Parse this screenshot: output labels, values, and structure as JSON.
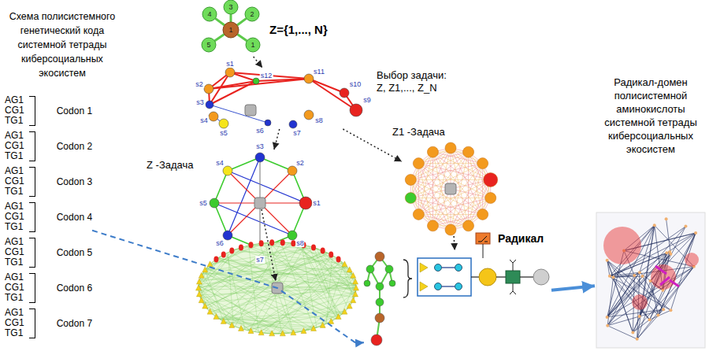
{
  "diagram": {
    "title": "Схема полисистемного генетический кода системной тетрады киберсоциальных экосистем",
    "nodes": [
      {
        "text": [
          "AG1",
          "CG1",
          "TG1",
          "Codon 1"
        ]
      },
      {
        "text": [
          "AG1",
          "CG1",
          "TG1",
          "Codon 2"
        ]
      },
      {
        "text": [
          "AG1",
          "CG1",
          "TG1",
          "Codon 3"
        ]
      },
      {
        "text": [
          "AG1",
          "CG1",
          "TG1",
          "Codon 4"
        ]
      },
      {
        "text": [
          "AG1",
          "CG1",
          "TG1",
          "Codon 5"
        ]
      },
      {
        "text": [
          "AG1",
          "CG1",
          "TG1",
          "Codon 6"
        ]
      },
      {
        "text": [
          "AG1",
          "CG1",
          "TG1",
          "Codon 7"
        ]
      },
      {
        "text": [
          "Z={1,..., N}"
        ]
      },
      {
        "text": [
          "Выбор задачи: Z, Z1,..., Z_N"
        ]
      },
      {
        "text": [
          "Z -Задача"
        ]
      },
      {
        "text": [
          "Z1 -Задача"
        ]
      },
      {
        "text": [
          "Радикал"
        ]
      },
      {
        "text": [
          "Радикал-домен полисистемной аминокислоты системной тетрады киберсоциальных экосистем"
        ]
      }
    ],
    "edges": [
      {
        "from": 7,
        "to": 8,
        "arrow": "to"
      },
      {
        "from": 8,
        "to": 9,
        "arrow": "to"
      },
      {
        "from": 8,
        "to": 10,
        "arrow": "to"
      },
      {
        "from": 10,
        "to": 11,
        "arrow": "to"
      },
      {
        "from": 3,
        "to": 11,
        "arrow": "to"
      },
      {
        "from": 11,
        "to": 12,
        "arrow": "to"
      }
    ],
    "labels": [
      "1",
      "4",
      "3",
      "2",
      "1",
      "5",
      "s1",
      "s2",
      "s3",
      "s4",
      "s5",
      "s6",
      "s7",
      "s8",
      "s9",
      "s10",
      "s11",
      "s12",
      "s1",
      "s2",
      "s3",
      "s4",
      "s5",
      "s6",
      "s7",
      "s8"
    ]
  }
}
